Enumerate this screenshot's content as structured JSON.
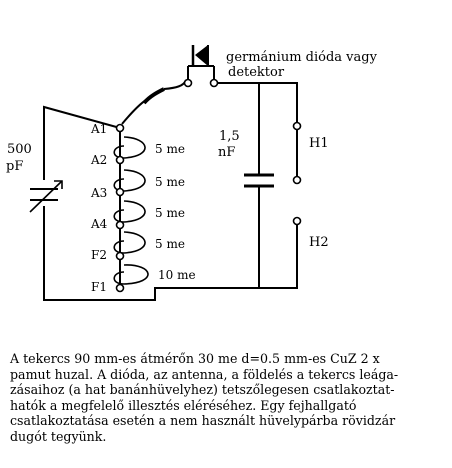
{
  "diagram": {
    "diode_label_line1": "germánium dióda vagy",
    "diode_label_line2": "detektor",
    "variable_capacitor_label_line1": "500",
    "variable_capacitor_label_line2": "pF",
    "fixed_capacitor_label_line1": "1,5",
    "fixed_capacitor_label_line2": "nF",
    "headphone_terminals": [
      "H1",
      "H2"
    ],
    "coil_taps": [
      "A1",
      "A2",
      "A3",
      "A4",
      "F2",
      "F1"
    ],
    "coil_sections": [
      "5 me",
      "5 me",
      "5 me",
      "5 me",
      "10 me"
    ]
  },
  "description": {
    "lines": [
      "A tekercs 90 mm-es átmérőn 30 me  d=0.5 mm-es CuZ  2 x",
      "pamut huzal. A dióda, az antenna, a földelés a tekercs  leága-",
      "zásaihoz (a hat banánhüvelyhez) tetszőlegesen csatlakoztat-",
      "hatók a megfelelő illesztés eléréséhez. Egy fejhallgató",
      "csatlakoztatása esetén a nem használt hüvelypárba rövidzár",
      "dugót tegyünk."
    ]
  }
}
